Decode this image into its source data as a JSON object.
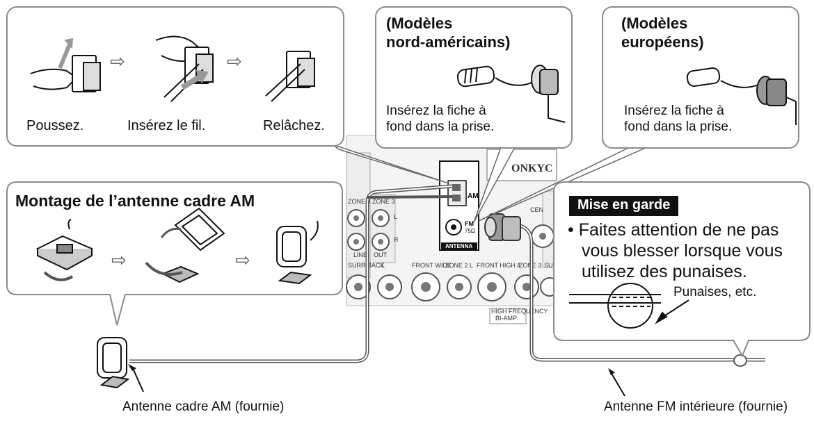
{
  "top_left_panel": {
    "steps": [
      {
        "label": "Poussez."
      },
      {
        "label": "Insérez le fil."
      },
      {
        "label": "Relâchez."
      }
    ]
  },
  "north_american_panel": {
    "title_line1": "(Modèles",
    "title_line2": "nord-américains)",
    "instruction_line1": "Insérez la fiche à",
    "instruction_line2": "fond dans la prise."
  },
  "european_panel": {
    "title_line1": "(Modèles",
    "title_line2": "européens)",
    "instruction_line1": "Insérez la fiche à",
    "instruction_line2": "fond dans la prise."
  },
  "am_panel": {
    "title": "Montage de l’antenne cadre AM"
  },
  "caution_panel": {
    "title": "Mise en garde",
    "text_line1": "• Faites attention de ne pas",
    "text_line2": "vous blesser lorsque vous",
    "text_line3": "utilisez des punaises.",
    "pin_label": "Punaises, etc."
  },
  "receiver_panel": {
    "terminal_am": "AM",
    "terminal_fm": "FM",
    "terminal_fm_ohm": "75Ω",
    "antenna_label": "ANTENNA",
    "brand_fragment": "ONKYC",
    "labels": [
      "ZONE 3",
      "ZONE 3",
      "L",
      "R",
      "LINE",
      "OUT",
      "SURR BACK",
      "L",
      "FRONT WIDE",
      "ZONE 2 L",
      "FRONT HIGH /ZONE 3",
      "L",
      "SU",
      "CEN",
      "HIGH FREQUENCY",
      "BI-AMP"
    ]
  },
  "captions": {
    "am_antenna": "Antenne cadre AM (fournie)",
    "fm_antenna": "Antenne FM intérieure (fournie)"
  }
}
